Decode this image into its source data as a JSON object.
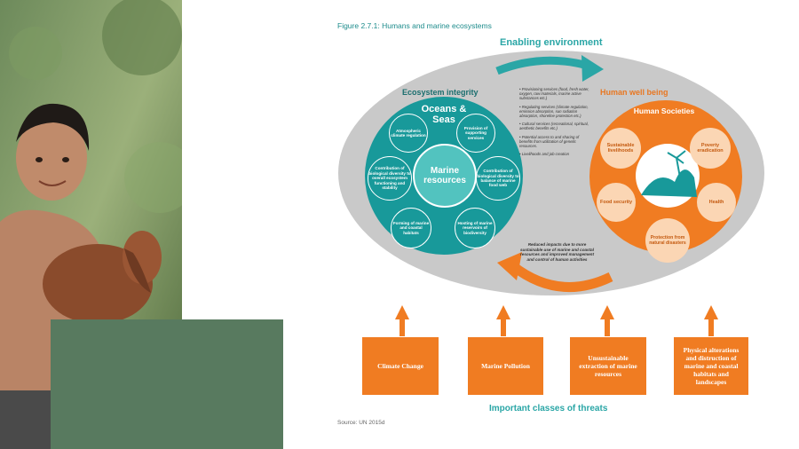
{
  "figure_title": "Figure 2.7.1: Humans and marine ecosystems",
  "enabling_environment": "Enabling environment",
  "ecosystem_integrity": {
    "title": "Ecosystem integrity",
    "oceans_label": "Oceans & Seas",
    "core_label": "Marine resources",
    "bubbles": [
      "Atmospheric climate regulation",
      "Provision of supporting services",
      "Contribution of biological diversity to overall ecosystem functioning and stability",
      "Contribution of biological diversity to balance of marine food web",
      "Forming of marine and coastal habitats",
      "Hosting of marine reservoirs of biodiversity"
    ]
  },
  "services": [
    "Provisioning services (food, fresh water, oxygen, raw materials, marine active substances etc.)",
    "Regulating services (climate regulation, emission absorption, sun radiation absorption, shoreline protection etc.)",
    "Cultural services (recreational, spiritual, aesthetic benefits etc.)",
    "Potential access to and sharing of benefits from utilization of genetic resources.",
    "Livelihoods and job creation"
  ],
  "reduced_impacts": "Reduced impacts due to more sustainable use of marine and coastal resources and improved management and control of human activities",
  "human_well_being": {
    "title": "Human well being",
    "societies_label": "Human Societies",
    "bubbles": [
      "Sustainable livelihoods",
      "Poverty eradication",
      "Food security",
      "Health",
      "Protection from natural disasters"
    ]
  },
  "threats": [
    "Climate Change",
    "Marine Pollution",
    "Unsustainable extraction of marine resources",
    "Physical alterations and distruction of marine and coastal habitats and landscapes"
  ],
  "threats_title": "Important classes of threats",
  "source": "Source: UN 2015d",
  "colors": {
    "teal": "#18999a",
    "orange": "#f07c22",
    "grey_oval": "#c9c9c9",
    "photo_block": "#587a5f"
  }
}
